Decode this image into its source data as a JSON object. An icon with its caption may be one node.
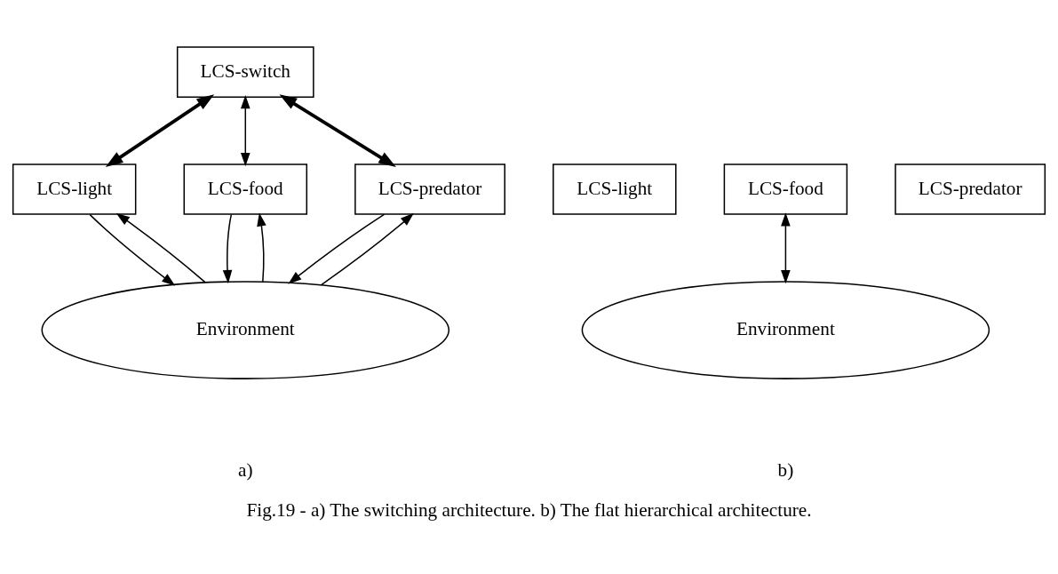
{
  "diagram": {
    "caption": "Fig.19 - a) The switching architecture. b) The flat hierarchical architecture.",
    "nodes": [
      {
        "text": [
          "LCS-switch"
        ]
      },
      {
        "text": [
          "LCS-light"
        ]
      },
      {
        "text": [
          "LCS-food"
        ]
      },
      {
        "text": [
          "LCS-predator"
        ]
      },
      {
        "text": [
          "Environment"
        ]
      },
      {
        "text": [
          "LCS-light"
        ]
      },
      {
        "text": [
          "LCS-food"
        ]
      },
      {
        "text": [
          "LCS-predator"
        ]
      },
      {
        "text": [
          "Environment"
        ]
      }
    ],
    "edges": [
      {
        "from": 0,
        "to": 1,
        "arrow": "both",
        "style": "thick"
      },
      {
        "from": 0,
        "to": 2,
        "arrow": "both"
      },
      {
        "from": 0,
        "to": 3,
        "arrow": "both",
        "style": "thick"
      },
      {
        "from": 1,
        "to": 4,
        "arrow": "to"
      },
      {
        "from": 4,
        "to": 1,
        "arrow": "to"
      },
      {
        "from": 2,
        "to": 4,
        "arrow": "to"
      },
      {
        "from": 4,
        "to": 2,
        "arrow": "to"
      },
      {
        "from": 3,
        "to": 4,
        "arrow": "to"
      },
      {
        "from": 4,
        "to": 3,
        "arrow": "to"
      },
      {
        "from": 6,
        "to": 8,
        "arrow": "both"
      }
    ],
    "labels": [
      "a)",
      "b)"
    ]
  }
}
